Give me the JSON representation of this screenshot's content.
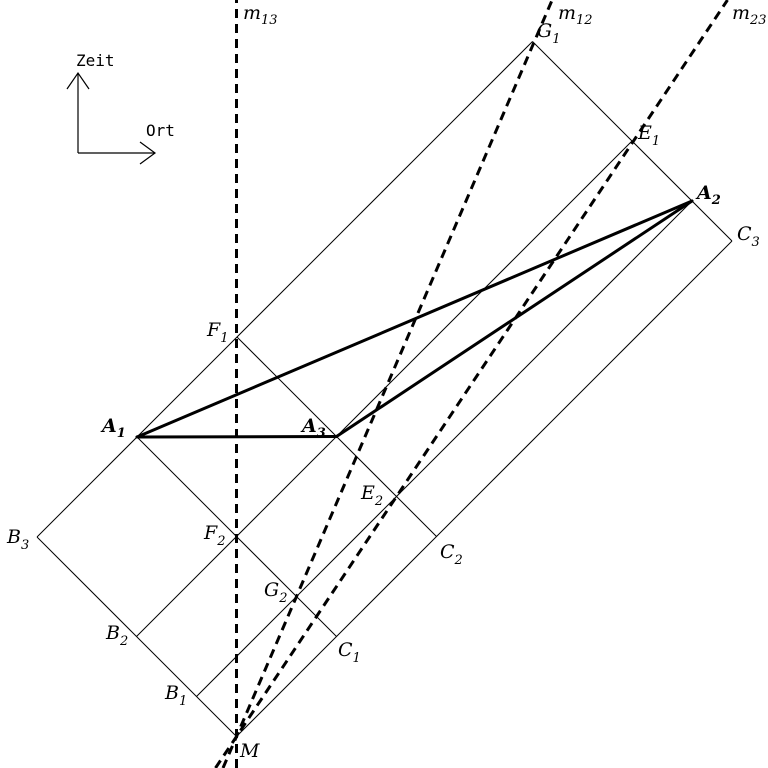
{
  "axes": {
    "time_label": "Zeit",
    "space_label": "Ort"
  },
  "vertices": [
    {
      "letter": "A",
      "index": "1"
    },
    {
      "letter": "A",
      "index": "2"
    },
    {
      "letter": "A",
      "index": "3"
    }
  ],
  "points": [
    {
      "letter": "B",
      "index": "1"
    },
    {
      "letter": "B",
      "index": "2"
    },
    {
      "letter": "B",
      "index": "3"
    },
    {
      "letter": "C",
      "index": "1"
    },
    {
      "letter": "C",
      "index": "2"
    },
    {
      "letter": "C",
      "index": "3"
    },
    {
      "letter": "E",
      "index": "1"
    },
    {
      "letter": "E",
      "index": "2"
    },
    {
      "letter": "F",
      "index": "1"
    },
    {
      "letter": "F",
      "index": "2"
    },
    {
      "letter": "G",
      "index": "1"
    },
    {
      "letter": "G",
      "index": "2"
    },
    {
      "letter": "M",
      "index": ""
    }
  ],
  "bisectors": [
    {
      "letter": "m",
      "index": "13"
    },
    {
      "letter": "m",
      "index": "12"
    },
    {
      "letter": "m",
      "index": "23"
    }
  ]
}
